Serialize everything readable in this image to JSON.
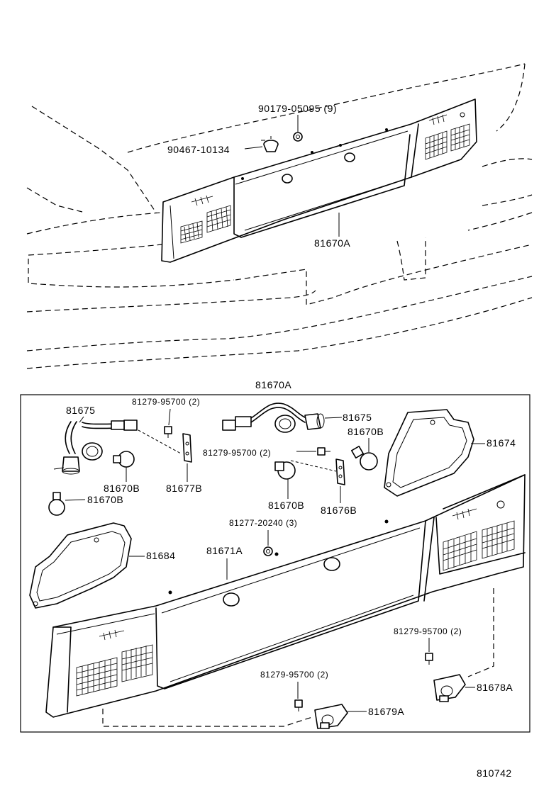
{
  "diagram": {
    "labels": {
      "top_screw_count": "90179-05095 (9)",
      "top_clip": "90467-10134",
      "top_garnish": "81670A",
      "box_title": "81670A",
      "socket_left": "81675",
      "screw_left": "81279-95700 (2)",
      "socket_right": "81675",
      "bulb_right_upper": "81670B",
      "screw_mid": "81279-95700 (2)",
      "gasket_right": "81674",
      "bulb_left_mid": "81670B",
      "bracket_left": "81677B",
      "bulb_left_low": "81670B",
      "bulb_mid": "81670B",
      "bracket_right": "81676B",
      "nut": "81277-20240 (3)",
      "gasket_left": "81684",
      "lens": "81671A",
      "screw_lower_right": "81279-95700 (2)",
      "screw_lower_mid": "81279-95700 (2)",
      "lamp_right": "81678A",
      "lamp_mid": "81679A",
      "figure_number": "810742"
    },
    "line_color": "#000000",
    "background_color": "#ffffff"
  }
}
